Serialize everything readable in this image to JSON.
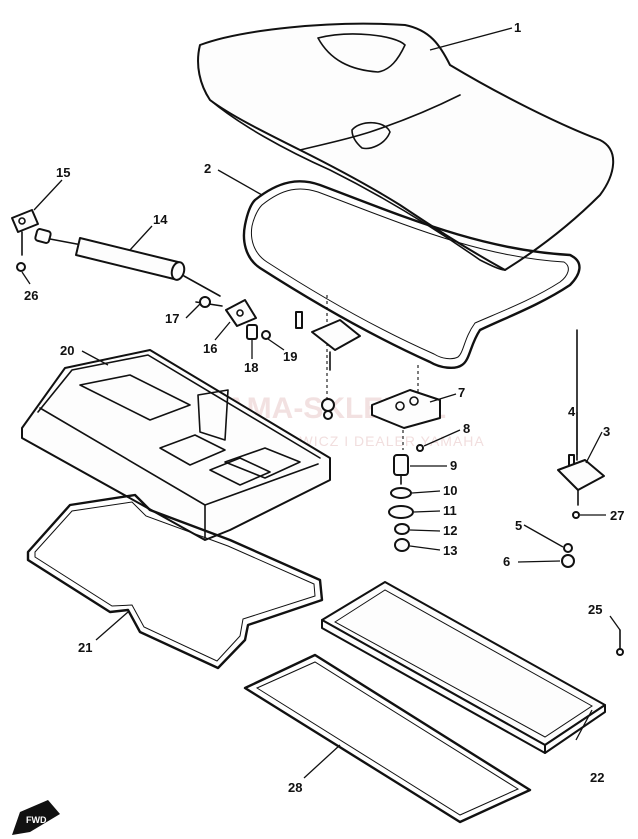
{
  "watermark": {
    "main": "AMA-SKLEP.PL",
    "sub": "WOJCIECHOWICZ I DEALER YAMAHA"
  },
  "fwd_label": "FWD",
  "callouts": [
    {
      "id": "1",
      "label": "1"
    },
    {
      "id": "2",
      "label": "2"
    },
    {
      "id": "3",
      "label": "3"
    },
    {
      "id": "4",
      "label": "4"
    },
    {
      "id": "5",
      "label": "5"
    },
    {
      "id": "6",
      "label": "6"
    },
    {
      "id": "7",
      "label": "7"
    },
    {
      "id": "8",
      "label": "8"
    },
    {
      "id": "9",
      "label": "9"
    },
    {
      "id": "10",
      "label": "10"
    },
    {
      "id": "11",
      "label": "11"
    },
    {
      "id": "12",
      "label": "12"
    },
    {
      "id": "13",
      "label": "13"
    },
    {
      "id": "14",
      "label": "14"
    },
    {
      "id": "15",
      "label": "15"
    },
    {
      "id": "16",
      "label": "16"
    },
    {
      "id": "17",
      "label": "17"
    },
    {
      "id": "18",
      "label": "18"
    },
    {
      "id": "19",
      "label": "19"
    },
    {
      "id": "20",
      "label": "20"
    },
    {
      "id": "21",
      "label": "21"
    },
    {
      "id": "22",
      "label": "22"
    },
    {
      "id": "25",
      "label": "25"
    },
    {
      "id": "26",
      "label": "26"
    },
    {
      "id": "27",
      "label": "27"
    },
    {
      "id": "28",
      "label": "28"
    }
  ],
  "colors": {
    "ink": "#111111",
    "watermark": "#e9c9c9"
  }
}
